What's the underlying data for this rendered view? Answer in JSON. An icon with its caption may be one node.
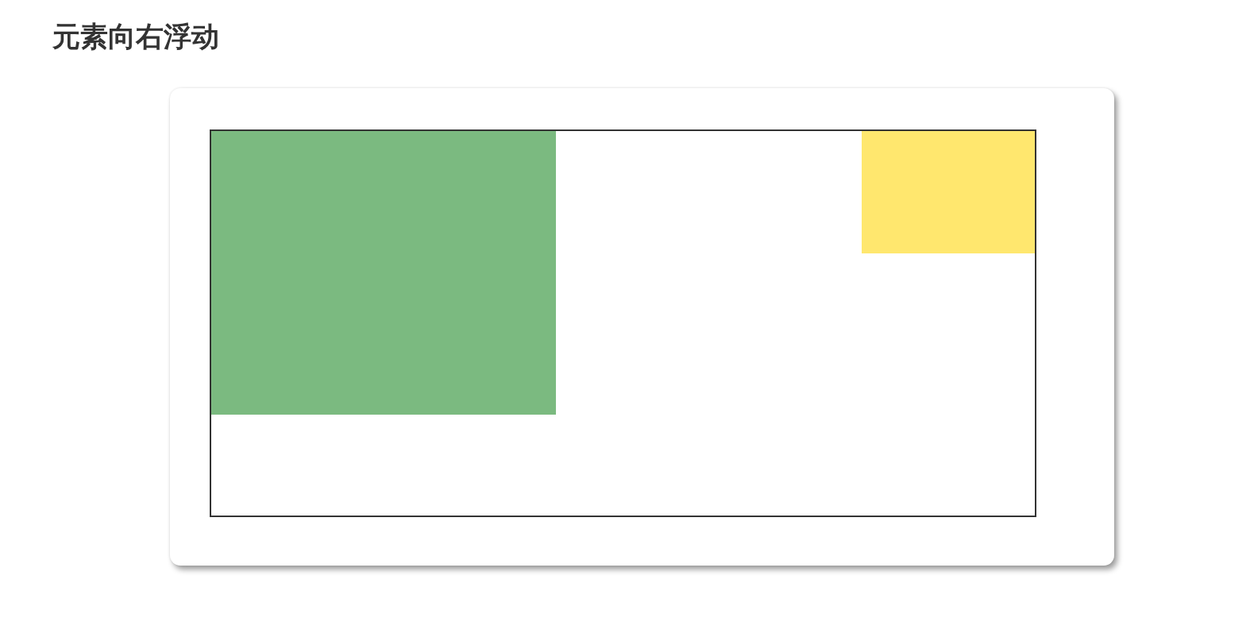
{
  "diagram": {
    "title": "元素向右浮动",
    "nodes": [
      {
        "text": [],
        "shape": "box"
      },
      {
        "text": [],
        "shape": "box",
        "in": 0
      },
      {
        "text": [],
        "shape": "box",
        "in": 1
      },
      {
        "text": [],
        "shape": "box",
        "in": 1
      }
    ]
  }
}
